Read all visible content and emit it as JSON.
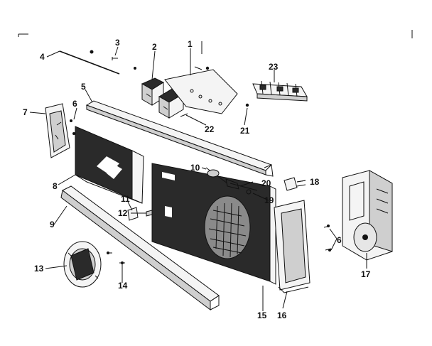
{
  "diagram": {
    "part_labels": [
      {
        "id": "p1",
        "text": "1"
      },
      {
        "id": "p2",
        "text": "2"
      },
      {
        "id": "p3",
        "text": "3"
      },
      {
        "id": "p4",
        "text": "4"
      },
      {
        "id": "p5",
        "text": "5"
      },
      {
        "id": "p6a",
        "text": "6"
      },
      {
        "id": "p6b",
        "text": "6"
      },
      {
        "id": "p7",
        "text": "7"
      },
      {
        "id": "p8",
        "text": "8"
      },
      {
        "id": "p9",
        "text": "9"
      },
      {
        "id": "p10",
        "text": "10"
      },
      {
        "id": "p11",
        "text": "11"
      },
      {
        "id": "p12",
        "text": "12"
      },
      {
        "id": "p13",
        "text": "13"
      },
      {
        "id": "p14",
        "text": "14"
      },
      {
        "id": "p15",
        "text": "15"
      },
      {
        "id": "p16",
        "text": "16"
      },
      {
        "id": "p17",
        "text": "17"
      },
      {
        "id": "p18",
        "text": "18"
      },
      {
        "id": "p19",
        "text": "19"
      },
      {
        "id": "p20",
        "text": "20"
      },
      {
        "id": "p21",
        "text": "21"
      },
      {
        "id": "p22",
        "text": "22"
      },
      {
        "id": "p23",
        "text": "23"
      }
    ]
  }
}
